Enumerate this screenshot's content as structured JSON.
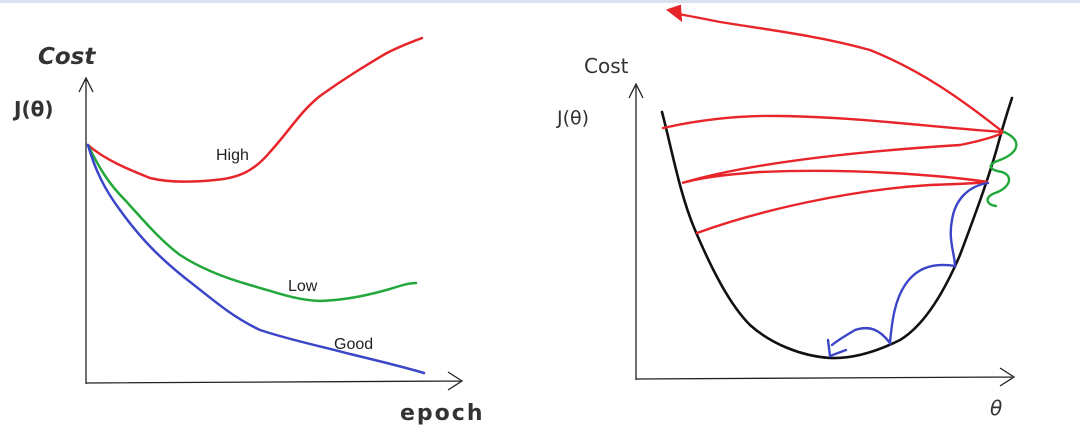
{
  "left_plot": {
    "y_label_top": "Cost",
    "y_label_bottom": "J(θ)",
    "x_label": "epoch",
    "curves": [
      {
        "name": "High",
        "color": "#e8252a"
      },
      {
        "name": "Low",
        "color": "#22a83a"
      },
      {
        "name": "Good",
        "color": "#3a45c8"
      }
    ]
  },
  "right_plot": {
    "y_label_top": "Cost",
    "y_label_bottom": "J(θ)",
    "x_label": "θ",
    "colors": {
      "bowl": "#111111",
      "high": "#e8252a",
      "low": "#22a83a",
      "good": "#3a45c8"
    }
  }
}
